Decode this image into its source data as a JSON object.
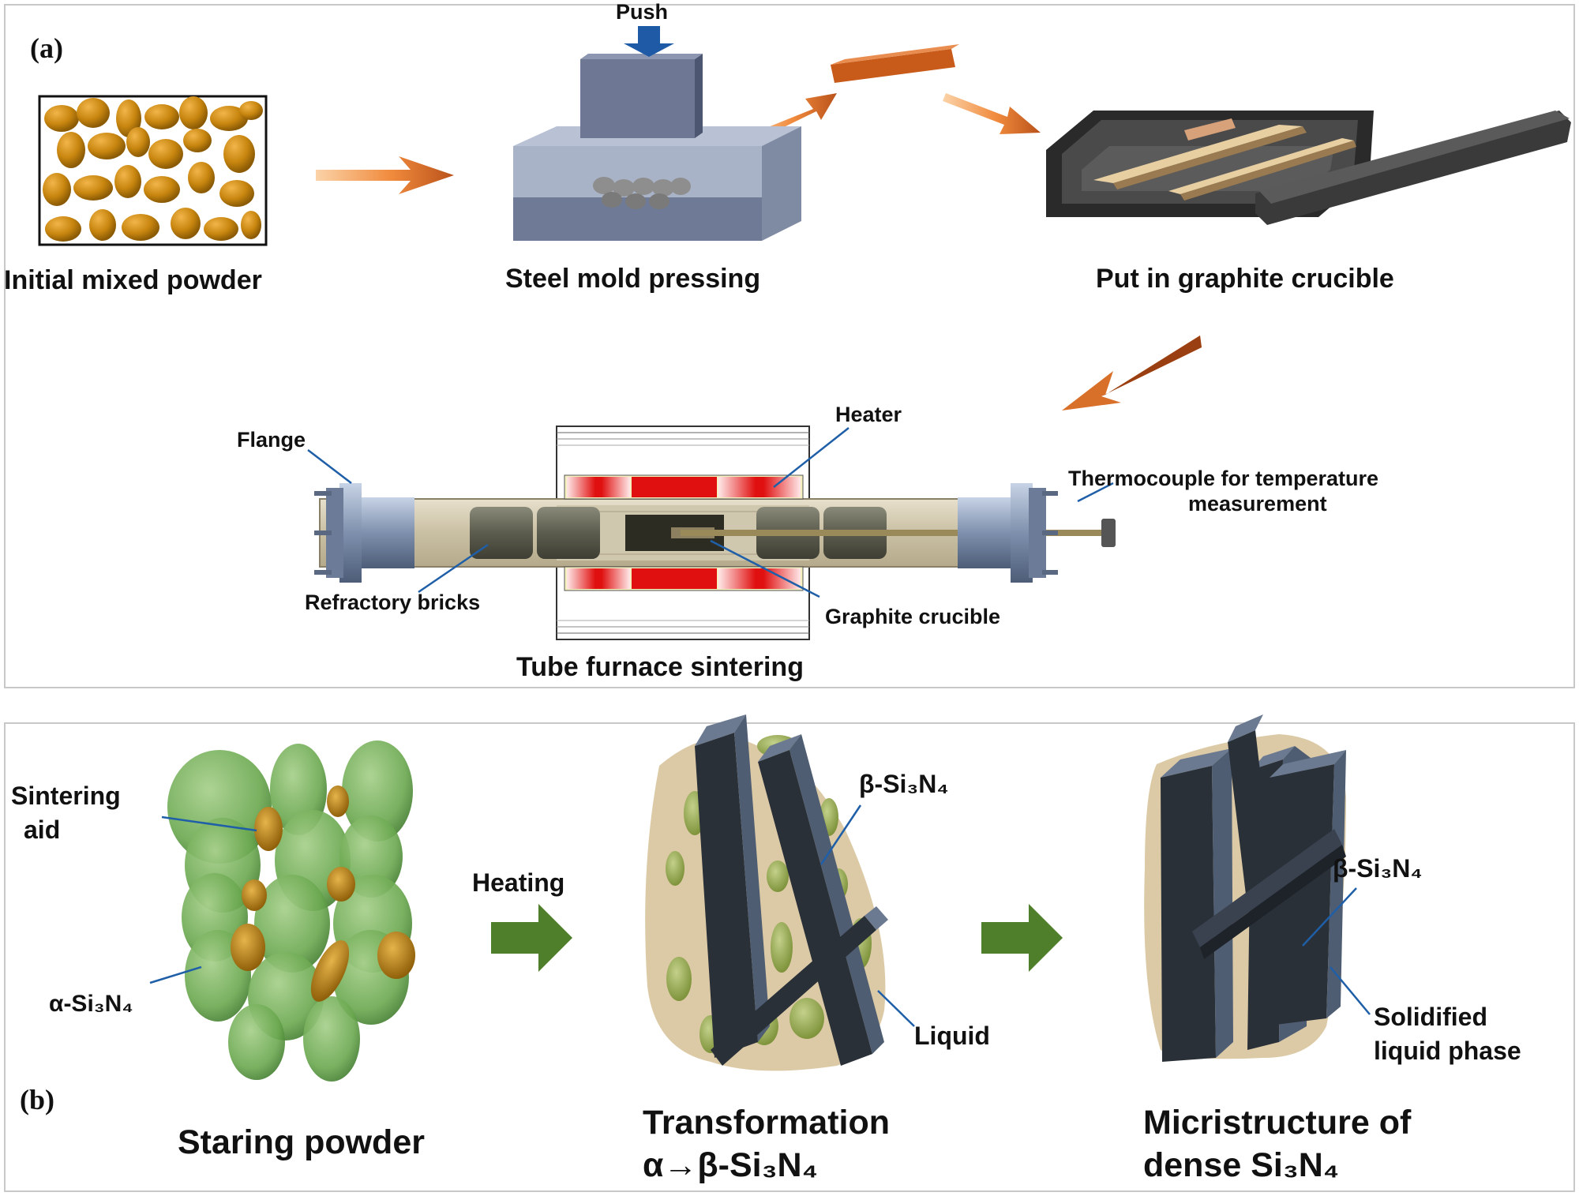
{
  "panel_a": {
    "tag": "(a)",
    "steps": {
      "powder": "Initial mixed powder",
      "pressing": "Steel mold pressing",
      "crucible": "Put in graphite crucible",
      "furnace": "Tube furnace sintering"
    },
    "push_label": "Push",
    "furnace_labels": {
      "heater": "Heater",
      "flange": "Flange",
      "thermocouple_line1": "Thermocouple for temperature",
      "thermocouple_line2": "measurement",
      "refractory": "Refractory bricks",
      "graphite": "Graphite crucible"
    }
  },
  "panel_b": {
    "tag": "(b)",
    "labels": {
      "sintering_aid_line1": "Sintering",
      "sintering_aid_line2": "aid",
      "alpha": "α-Si₃N₄",
      "heating": "Heating",
      "beta_1": "β-Si₃N₄",
      "liquid": "Liquid",
      "beta_2": "β-Si₃N₄",
      "solidified_line1": "Solidified",
      "solidified_line2": "liquid phase"
    },
    "captions": {
      "starting": "Staring powder",
      "transform_line1": "Transformation",
      "transform_line2": "α→β-Si₃N₄",
      "micro_line1": "Micristructure of",
      "micro_line2": "dense Si₃N₄"
    }
  },
  "colors": {
    "powder_particle": "#c8860f",
    "arrow_orange": "#e8732a",
    "press_arrow": "#1f5aa6",
    "heater_red": "#e01010",
    "green_grain": "#6aa84f",
    "green_arrow": "#4f7f2b",
    "rod_dark": "#2f3540",
    "leader_blue": "#1f5fa8"
  }
}
